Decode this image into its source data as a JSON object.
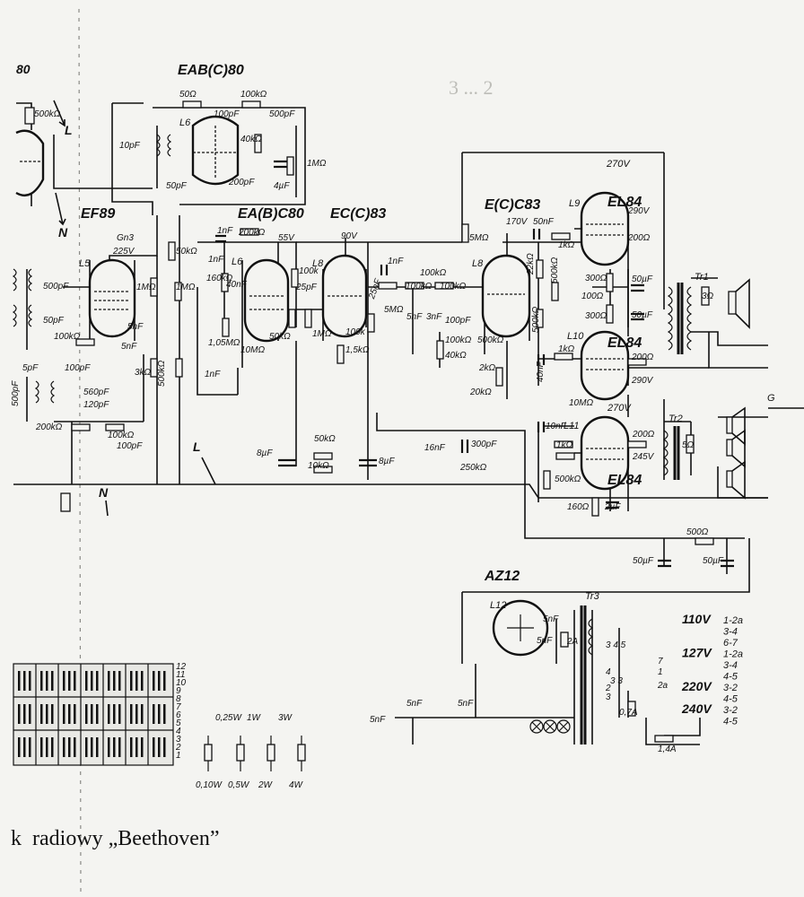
{
  "caption": "radiowy „Beethoven”",
  "caption_prefix": "k",
  "ghost_text": "3 ... 2",
  "tubes": {
    "t80": {
      "label": "80"
    },
    "eabc80": {
      "label": "EAB(C)80",
      "ref": "L6"
    },
    "ef89": {
      "label": "EF89",
      "ref": "L5"
    },
    "eabc80b": {
      "label": "EA(B)C80",
      "ref": "L6"
    },
    "ecc83a": {
      "label": "EC(C)83",
      "ref": "L8"
    },
    "ecc83b": {
      "label": "E(C)C83",
      "ref": "L8"
    },
    "el84a": {
      "label": "EL84",
      "ref": "L9"
    },
    "el84b": {
      "label": "EL84",
      "ref": "L10"
    },
    "el84c": {
      "label": "EL84",
      "ref": "L11"
    },
    "az12": {
      "label": "AZ12",
      "ref": "L12"
    }
  },
  "values": {
    "v500k_top": "500kΩ",
    "v50": "50Ω",
    "v100k_top": "100kΩ",
    "v100pf_top": "100pF",
    "v500pf_top": "500pF",
    "v10pf": "10pF",
    "v40k": "40kΩ",
    "v1M_top": "1MΩ",
    "v200pf": "200pF",
    "v4uf": "4µF",
    "v50pf_top": "50pF",
    "gn3": "Gn3",
    "v225": "225V",
    "v50k_ef": "50kΩ",
    "v1M_a": "1MΩ",
    "v1M_b": "1MΩ",
    "v500pf_l": "500pF",
    "v50pf_l": "50pF",
    "v5nf_a": "5nF",
    "v5nf_b": "5nF",
    "v100k_l": "100kΩ",
    "v100pf_l": "100pF",
    "v5pf": "5pF",
    "v500pf_l2": "500pF",
    "v560pf": "560pF",
    "v120pf": "120pF",
    "v200k_l": "200kΩ",
    "v100k_l2": "100kΩ",
    "v100pf_l2": "100pF",
    "v3k": "3kΩ",
    "v500k_l": "500kΩ",
    "v1nf_l": "1nF",
    "v1nf_a": "1nF",
    "v200k_a": "200kΩ",
    "v55v": "55V",
    "v1nf_b": "1nF",
    "v160k": "160kΩ",
    "v40nf": "40nF",
    "v105m": "1,05MΩ",
    "v10m": "10MΩ",
    "v50k_b": "50kΩ",
    "v100k_b": "100k",
    "v25pf": "25pF",
    "v1M_c": "1MΩ",
    "v90v": "90V",
    "v100k_c": "100k",
    "v15k": "1,5kΩ",
    "v25nf": "25nF",
    "v1nf_c": "1nF",
    "v5m": "5MΩ",
    "v100k_d": "100kΩ",
    "v100k_e": "100kΩ",
    "v100k_f": "100kΩ",
    "v5nf_c": "5nF",
    "v3nf": "3nF",
    "v100pf_c": "100pF",
    "v100k_g": "100kΩ",
    "v40k_b": "40kΩ",
    "v500k_c": "500kΩ",
    "v2k": "2kΩ",
    "v20k": "20kΩ",
    "v5m_b": "5MΩ",
    "v170v": "170V",
    "v50nf": "50nF",
    "v1k_a": "1kΩ",
    "v22k": "22kΩ",
    "v500k_d": "500kΩ",
    "v500k_e": "500kΩ",
    "v40nf_b": "40nF",
    "v1k_b": "1kΩ",
    "v270v_a": "270V",
    "v290v_a": "290V",
    "v200_a": "200Ω",
    "v300_a": "300Ω",
    "v100_a": "100Ω",
    "v300_b": "300Ω",
    "v50uf_a": "50µF",
    "v50uf_b": "50µF",
    "v200_b": "200Ω",
    "v290v_b": "290V",
    "v10m_b": "10MΩ",
    "v270v_b": "270V",
    "v10nf": "10nF",
    "v1k_c": "1kΩ",
    "v200_c": "200Ω",
    "v245v": "245V",
    "v500k_f": "500kΩ",
    "v160": "160Ω",
    "v2uf": "2µF",
    "tr1": "Tr1",
    "v3": "3Ω",
    "tr2": "Tr2",
    "v5": "5Ω",
    "v8uf_a": "8µF",
    "v50k_c": "50kΩ",
    "v10k": "10kΩ",
    "v8uf_b": "8µF",
    "v16nf": "16nF",
    "v300pf": "300pF",
    "v250k": "250kΩ",
    "v500_r": "500Ω",
    "v50uf_c": "50µF",
    "v50uf_d": "50µF",
    "tr3": "Tr3",
    "v5nf_d": "5nF",
    "v5nf_e": "5nF",
    "v2a": "2A",
    "v07a": "0,7A",
    "v14a": "1,4A",
    "v5nf_f": "5nF",
    "v5nf_g": "5nF",
    "v5nf_h": "5nF",
    "L_a": "L",
    "L_b": "L",
    "N_a": "N",
    "N_b": "N",
    "G": "G"
  },
  "mains": {
    "rows": [
      {
        "volt": "110V",
        "taps": "1-2a"
      },
      {
        "volt": "",
        "taps": "3-4"
      },
      {
        "volt": "",
        "taps": "6-7"
      },
      {
        "volt": "127V",
        "taps": "1-2a"
      },
      {
        "volt": "",
        "taps": "3-4"
      },
      {
        "volt": "",
        "taps": "4-5"
      },
      {
        "volt": "220V",
        "taps": "3-2"
      },
      {
        "volt": "",
        "taps": "4-5"
      },
      {
        "volt": "240V",
        "taps": "3-2"
      },
      {
        "volt": "",
        "taps": "4-5"
      }
    ]
  },
  "wattage": {
    "top": [
      "0,25W",
      "1W",
      "3W"
    ],
    "bottom": [
      "0,10W",
      "0,5W",
      "2W",
      "4W"
    ]
  },
  "switch_numbers": [
    "12",
    "11",
    "10",
    "9",
    "8",
    "7",
    "6",
    "5",
    "4",
    "3",
    "2",
    "1"
  ]
}
